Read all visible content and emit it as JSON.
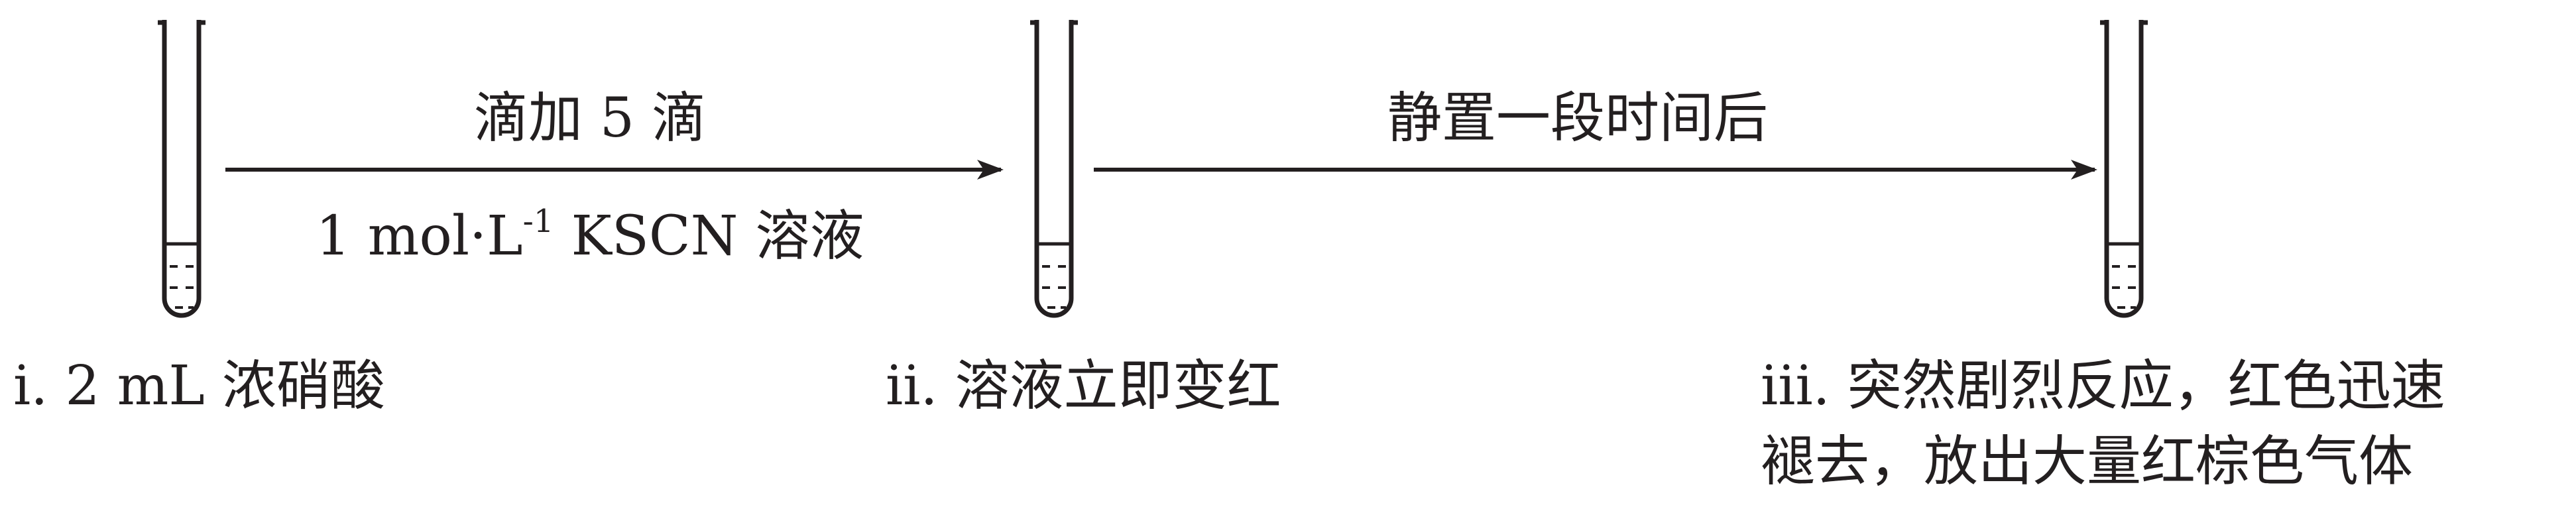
{
  "diagram": {
    "tubes": [
      {
        "id": "tube-1",
        "caption": "i. 2 mL 浓硝酸",
        "caption_lines": [
          "i. 2 mL 浓硝酸"
        ]
      },
      {
        "id": "tube-2",
        "caption": "ii. 溶液立即变红",
        "caption_lines": [
          "ii. 溶液立即变红"
        ]
      },
      {
        "id": "tube-3",
        "caption": "iii. 突然剧烈反应，红色迅速褪去，放出大量红棕色气体",
        "caption_lines": [
          "iii. 突然剧烈反应，红色迅速",
          "褪去，放出大量红棕色气体"
        ]
      }
    ],
    "arrows": [
      {
        "id": "arrow-1",
        "label_above": "滴加 5 滴",
        "label_below_main": "1 mol·L",
        "label_below_sup": "-1",
        "label_below_tail": " KSCN 溶液"
      },
      {
        "id": "arrow-2",
        "label_above": "静置一段时间后"
      }
    ]
  }
}
